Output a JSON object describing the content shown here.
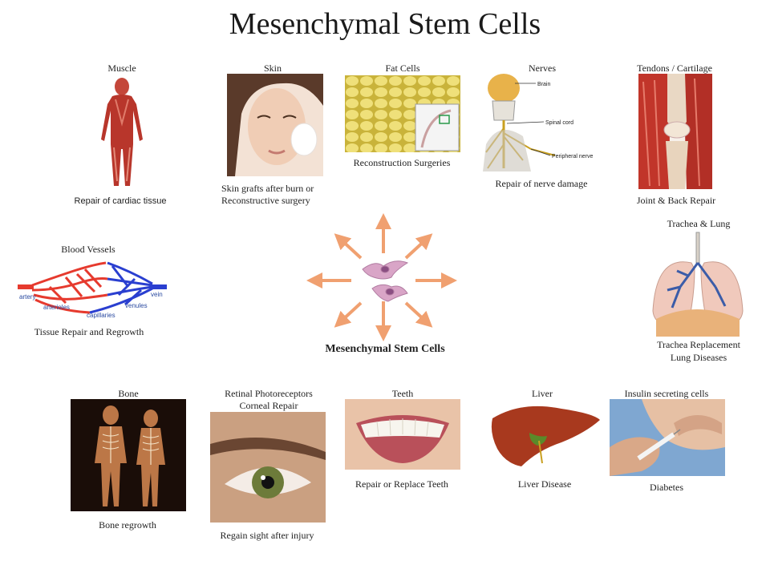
{
  "title": "Mesenchymal Stem Cells",
  "center_label": "Mesenchymal Stem Cells",
  "items": {
    "muscle": {
      "label": "Muscle",
      "caption": "Repair of cardiac tissue"
    },
    "skin": {
      "label": "Skin",
      "caption_1": "Skin grafts after burn or",
      "caption_2": "Reconstructive surgery"
    },
    "fat": {
      "label": "Fat Cells",
      "caption": "Reconstruction Surgeries"
    },
    "nerves": {
      "label": "Nerves",
      "caption": "Repair of nerve damage",
      "labels": {
        "brain": "Brain",
        "spinal": "Spinal cord",
        "peripheral": "Peripheral nerve"
      }
    },
    "tendons": {
      "label": "Tendons / Cartilage",
      "caption": "Joint & Back Repair"
    },
    "trachea": {
      "label": "Trachea & Lung",
      "caption_1": "Trachea Replacement",
      "caption_2": "Lung Diseases"
    },
    "blood": {
      "label": "Blood Vessels",
      "caption": "Tissue Repair and Regrowth",
      "labels": {
        "artery": "artery",
        "arterioles": "arterioles",
        "capillaries": "capillaries",
        "venules": "venules",
        "vein": "vein"
      }
    },
    "bone": {
      "label": "Bone",
      "caption": "Bone regrowth"
    },
    "retina": {
      "label_1": "Retinal  Photoreceptors",
      "label_2": "Corneal Repair",
      "caption": "Regain sight after injury"
    },
    "teeth": {
      "label": "Teeth",
      "caption": "Repair or Replace Teeth"
    },
    "liver": {
      "label": "Liver",
      "caption": "Liver Disease"
    },
    "insulin": {
      "label": "Insulin secreting  cells",
      "caption": "Diabetes"
    }
  },
  "colors": {
    "arrow": "#f0a070",
    "artery": "#e63a2e",
    "vein": "#2a3fd0"
  }
}
